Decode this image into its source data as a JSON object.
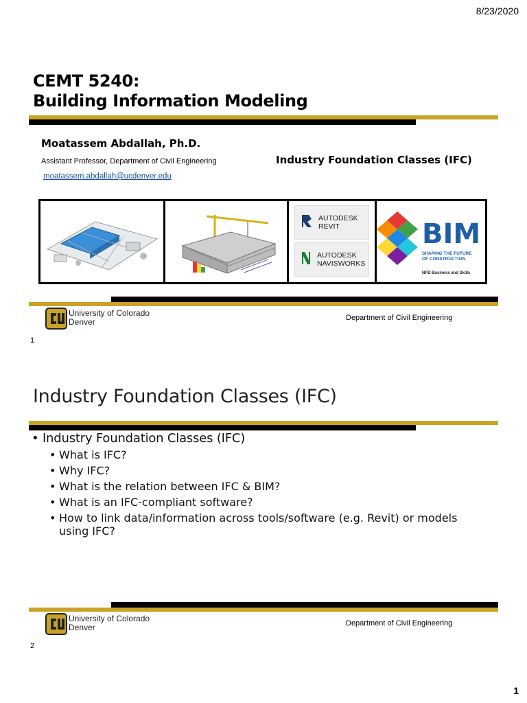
{
  "date": "8/23/2020",
  "slide1": {
    "title_line1": "CEMT 5240:",
    "title_line2": "Building Information Modeling",
    "author": "Moatassem Abdallah, Ph.D.",
    "role": "Assistant Professor, Department of Civil Engineering",
    "email": "moatassem.abdallah@ucdenver.edu",
    "subtopic": "Industry Foundation Classes (IFC)",
    "brands": {
      "revit_top": "AUTODESK",
      "revit_bottom": "REVIT",
      "navis_top": "AUTODESK",
      "navis_bottom": "NAVISWORKS",
      "bim_word": "BIM",
      "bim_tag1": "SHAPING THE FUTURE",
      "bim_tag2": "OF CONSTRUCTION",
      "bim_credit": "NFB Business and Skills"
    },
    "footer_logo_line1": "University of Colorado",
    "footer_logo_line2": "Denver",
    "footer_dept": "Department of Civil Engineering",
    "slide_number": "1"
  },
  "slide2": {
    "title": "Industry Foundation Classes (IFC)",
    "bullet_main": "Industry Foundation Classes (IFC)",
    "sub_bullets": [
      "What is IFC?",
      "Why IFC?",
      "What is the relation between IFC & BIM?",
      "What is an IFC-compliant software?",
      "How to link data/information across tools/software (e.g. Revit) or models using IFC?"
    ],
    "footer_logo_line1": "University of Colorado",
    "footer_logo_line2": "Denver",
    "footer_dept": "Department of Civil Engineering",
    "slide_number": "2"
  },
  "page_number": "1",
  "colors": {
    "gold": "#c9a227",
    "black": "#000000",
    "link": "#1a4fa3",
    "bim_blue": "#1d5ea8"
  }
}
